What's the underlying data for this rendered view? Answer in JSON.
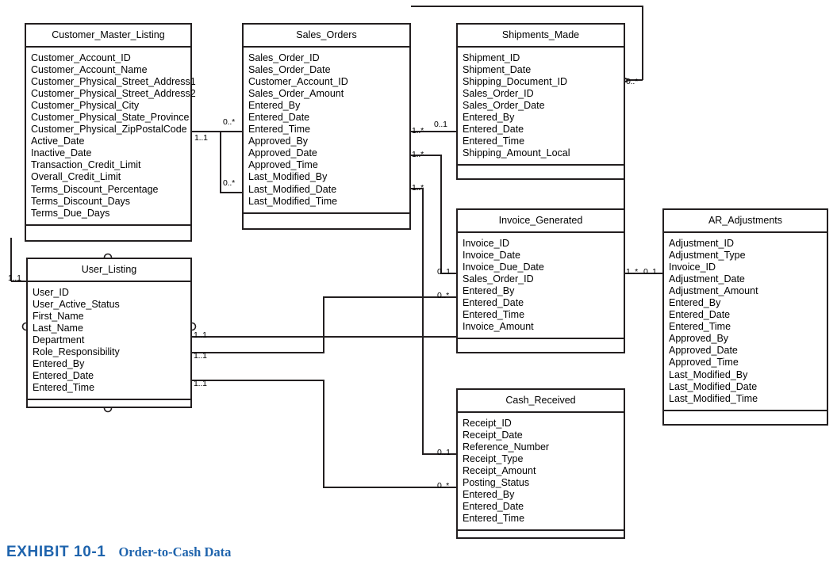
{
  "diagram": {
    "type": "entity-relationship-diagram",
    "notation": "UML-class-style",
    "background_color": "#ffffff",
    "line_color": "#231f20",
    "caption_color": "#1f64ad"
  },
  "caption": {
    "number": "EXHIBIT 10-1",
    "title": "Order-to-Cash Data"
  },
  "entities": [
    {
      "name": "Customer_Master_Listing",
      "attributes": [
        "Customer_Account_ID",
        "Customer_Account_Name",
        "Customer_Physical_Street_Address1",
        "Customer_Physical_Street_Address2",
        "Customer_Physical_City",
        "Customer_Physical_State_Province",
        "Customer_Physical_ZipPostalCode",
        "Active_Date",
        "Inactive_Date",
        "Transaction_Credit_Limit",
        "Overall_Credit_Limit",
        "Terms_Discount_Percentage",
        "Terms_Discount_Days",
        "Terms_Due_Days"
      ]
    },
    {
      "name": "Sales_Orders",
      "attributes": [
        "Sales_Order_ID",
        "Sales_Order_Date",
        "Customer_Account_ID",
        "Sales_Order_Amount",
        "Entered_By",
        "Entered_Date",
        "Entered_Time",
        "Approved_By",
        "Approved_Date",
        "Approved_Time",
        "Last_Modified_By",
        "Last_Modified_Date",
        "Last_Modified_Time"
      ]
    },
    {
      "name": "Shipments_Made",
      "attributes": [
        "Shipment_ID",
        "Shipment_Date",
        "Shipping_Document_ID",
        "Sales_Order_ID",
        "Sales_Order_Date",
        "Entered_By",
        "Entered_Date",
        "Entered_Time",
        "Shipping_Amount_Local"
      ]
    },
    {
      "name": "User_Listing",
      "attributes": [
        "User_ID",
        "User_Active_Status",
        "First_Name",
        "Last_Name",
        "Department",
        "Role_Responsibility",
        "Entered_By",
        "Entered_Date",
        "Entered_Time"
      ]
    },
    {
      "name": "Invoice_Generated",
      "attributes": [
        "Invoice_ID",
        "Invoice_Date",
        "Invoice_Due_Date",
        "Sales_Order_ID",
        "Entered_By",
        "Entered_Date",
        "Entered_Time",
        "Invoice_Amount"
      ]
    },
    {
      "name": "AR_Adjustments",
      "attributes": [
        "Adjustment_ID",
        "Adjustment_Type",
        "Invoice_ID",
        "Adjustment_Date",
        "Adjustment_Amount",
        "Entered_By",
        "Entered_Date",
        "Entered_Time",
        "Approved_By",
        "Approved_Date",
        "Approved_Time",
        "Last_Modified_By",
        "Last_Modified_Date",
        "Last_Modified_Time"
      ]
    },
    {
      "name": "Cash_Received",
      "attributes": [
        "Receipt_ID",
        "Receipt_Date",
        "Reference_Number",
        "Receipt_Type",
        "Receipt_Amount",
        "Posting_Status",
        "Entered_By",
        "Entered_Date",
        "Entered_Time"
      ]
    }
  ],
  "multiplicities": [
    {
      "id": "m1",
      "label": "0..*",
      "near": "Sales_Orders-left-top"
    },
    {
      "id": "m2",
      "label": "1..1",
      "near": "Customer_Master_Listing-right"
    },
    {
      "id": "m3",
      "label": "0..*",
      "near": "Sales_Orders-left-bottom"
    },
    {
      "id": "m4",
      "label": "1..*",
      "near": "Sales_Orders-right-top"
    },
    {
      "id": "m5",
      "label": "1..*",
      "near": "Sales_Orders-right-mid"
    },
    {
      "id": "m6",
      "label": "1..*",
      "near": "Sales_Orders-right-bottom"
    },
    {
      "id": "m7",
      "label": "0..1",
      "near": "Shipments_Made-left"
    },
    {
      "id": "m8",
      "label": "0..*",
      "near": "Shipments_Made-right-arrow"
    },
    {
      "id": "m9",
      "label": "1..1",
      "near": "User_Listing-left"
    },
    {
      "id": "m10",
      "label": "1..1",
      "near": "User_Listing-right-top"
    },
    {
      "id": "m11",
      "label": "1..1",
      "near": "User_Listing-right-mid"
    },
    {
      "id": "m12",
      "label": "1..1",
      "near": "User_Listing-right-bottom"
    },
    {
      "id": "m13",
      "label": "0..1",
      "near": "Invoice_Generated-left-top"
    },
    {
      "id": "m14",
      "label": "0..*",
      "near": "Invoice_Generated-left-bottom"
    },
    {
      "id": "m15",
      "label": "1..*",
      "near": "Invoice_Generated-right"
    },
    {
      "id": "m16",
      "label": "0..1",
      "near": "AR_Adjustments-left"
    },
    {
      "id": "m17",
      "label": "0..1",
      "near": "Cash_Received-left-top"
    },
    {
      "id": "m18",
      "label": "0..*",
      "near": "Cash_Received-left-bottom"
    }
  ]
}
